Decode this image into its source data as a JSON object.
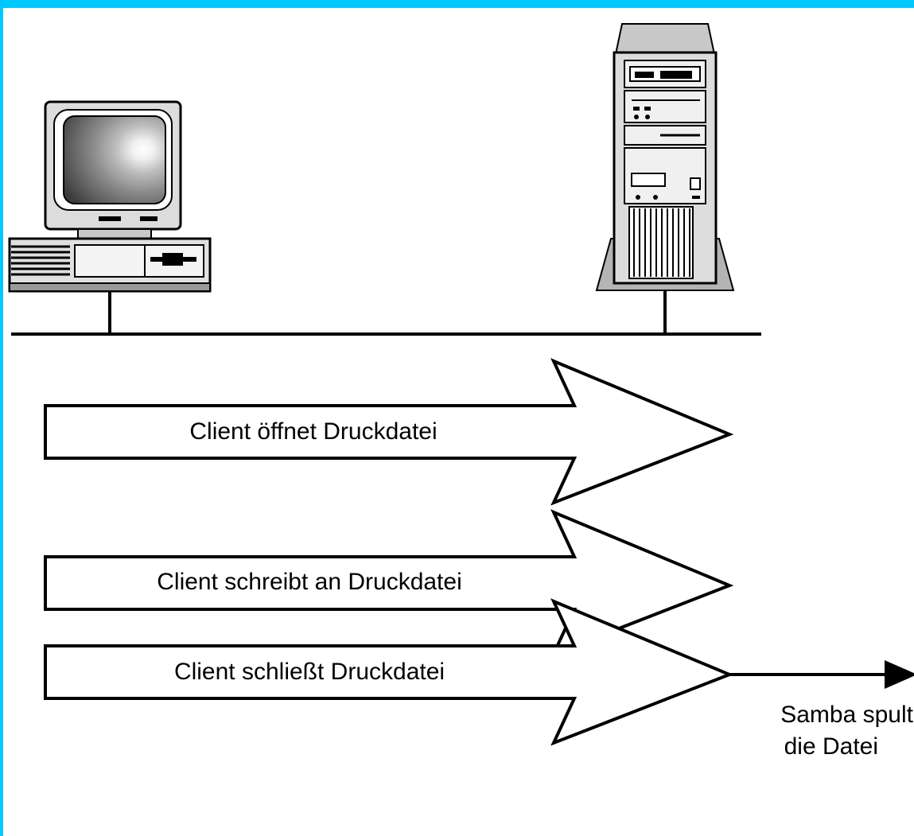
{
  "colors": {
    "frame": "#00c8ff",
    "background": "#ffffff",
    "ink": "#000000"
  },
  "icons": {
    "client": "desktop-computer-icon",
    "server": "tower-server-icon"
  },
  "steps": [
    {
      "label": "Client öffnet Druckdatei"
    },
    {
      "label": "Client schreibt an Druckdatei"
    },
    {
      "label": "Client schließt Druckdatei"
    }
  ],
  "result": {
    "line1": "Samba spult",
    "line2": "die Datei"
  }
}
